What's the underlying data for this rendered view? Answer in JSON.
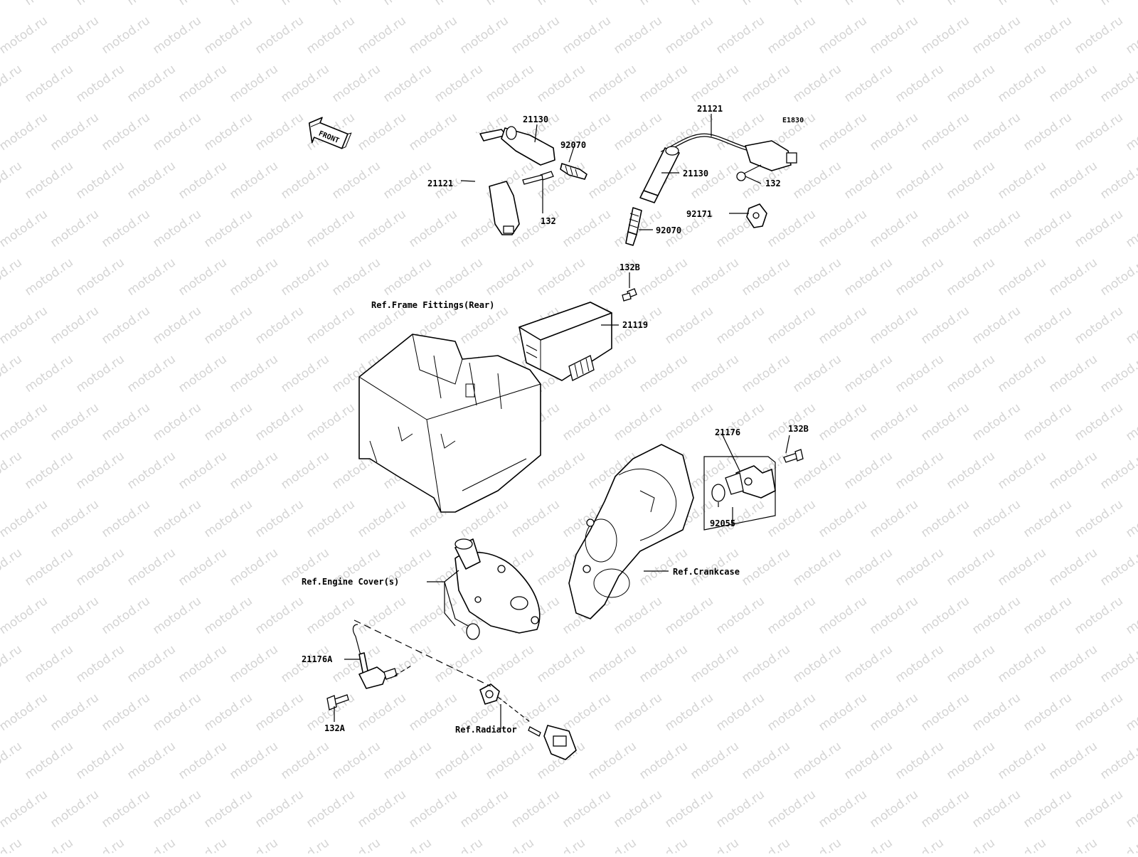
{
  "watermark": "motod.ru",
  "diagram_code": "E1830",
  "front_label": "FRONT",
  "labels": {
    "wire_left_21121": "21121",
    "cap_left_21130": "21130",
    "plug_left_92070": "92070",
    "bolt_left_132": "132",
    "wire_right_21121": "21121",
    "cap_right_21130": "21130",
    "bolt_right_132": "132",
    "clamp_92171": "92171",
    "plug_right_92070": "92070",
    "bolt_132B_top": "132B",
    "ecu_21119": "21119",
    "ref_frame": "Ref.Frame Fittings(Rear)",
    "sensor_21176": "21176",
    "bolt_132B_right": "132B",
    "oring_92055": "92055",
    "ref_crankcase": "Ref.Crankcase",
    "ref_engine_cover": "Ref.Engine Cover(s)",
    "sensor_21176A": "21176A",
    "bolt_132A": "132A",
    "ref_radiator": "Ref.Radiator"
  }
}
